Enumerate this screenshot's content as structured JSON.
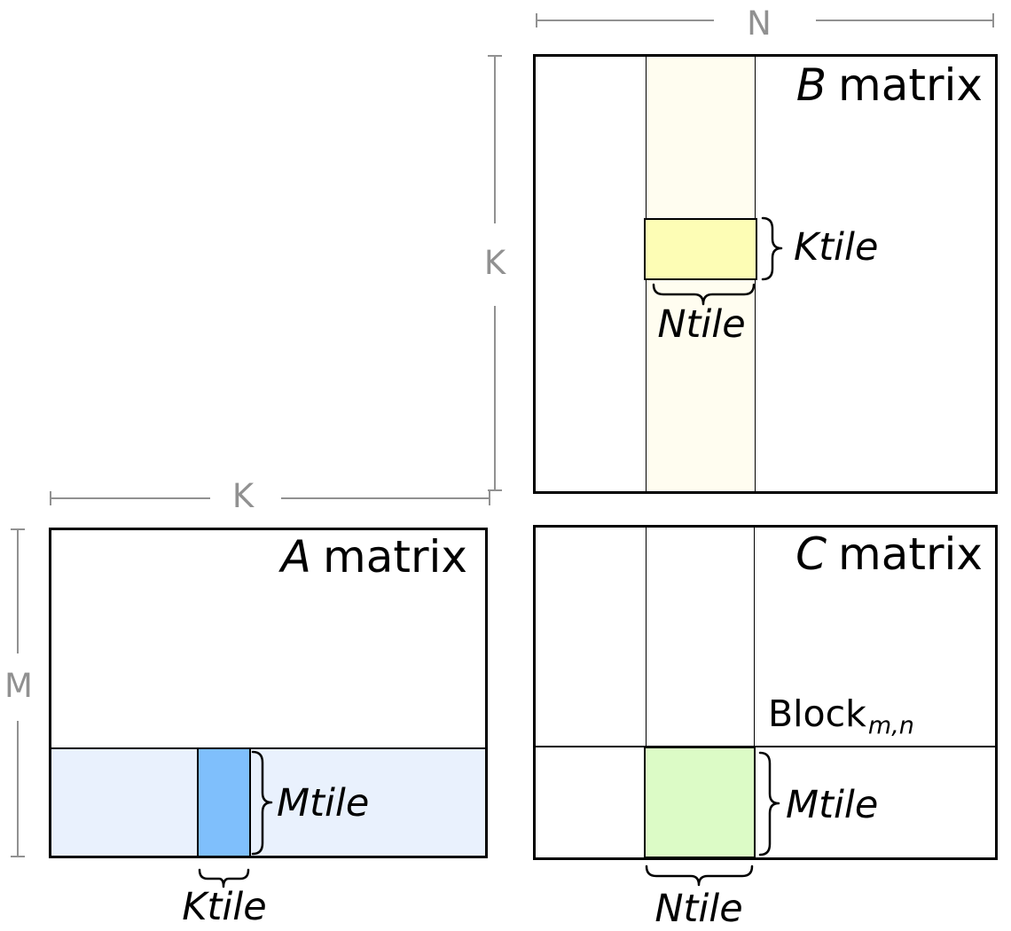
{
  "colors": {
    "border": "#000000",
    "dimension_line": "#919191",
    "b_strip": "#fffdf0",
    "b_tile": "#fdfdb5",
    "a_strip": "#e9f1fd",
    "a_tile": "#7fbffc",
    "c_tile": "#dcfbc6"
  },
  "b_matrix": {
    "title_letter": "B",
    "title_word": "matrix",
    "ktile_label": "Ktile",
    "ntile_label": "Ntile"
  },
  "a_matrix": {
    "title_letter": "A",
    "title_word": "matrix",
    "mtile_label": "Mtile",
    "ktile_label": "Ktile"
  },
  "c_matrix": {
    "title_letter": "C",
    "title_word": "matrix",
    "block_label": "Block",
    "block_subscript": "m,n",
    "mtile_label": "Mtile",
    "ntile_label": "Ntile"
  },
  "dimensions": {
    "n_label": "N",
    "k_label_b": "K",
    "k_label_a": "K",
    "m_label": "M"
  }
}
